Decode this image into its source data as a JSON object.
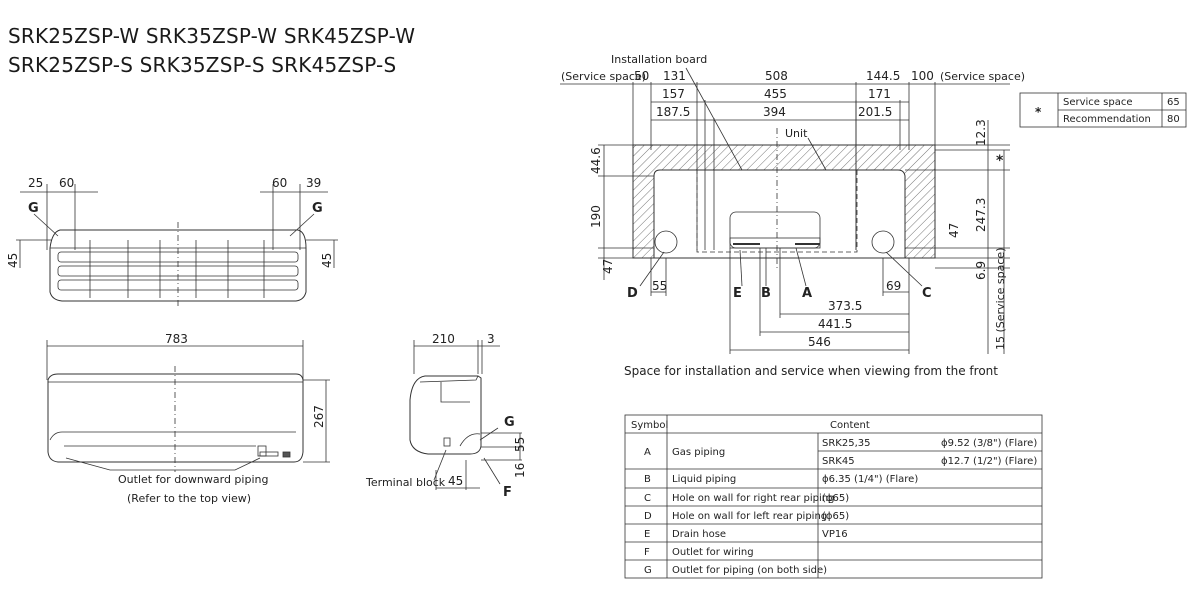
{
  "models": {
    "line1": "SRK25ZSP-W  SRK35ZSP-W  SRK45ZSP-W",
    "line2": "SRK25ZSP-S  SRK35ZSP-S  SRK45ZSP-S"
  },
  "top_view": {
    "dims": [
      "25",
      "60",
      "60",
      "39",
      "45",
      "45"
    ],
    "labels": [
      "G",
      "G"
    ]
  },
  "front_view": {
    "width": "783",
    "height": "267",
    "outlet_label": "Outlet for downward piping",
    "outlet_note": "(Refer to the top view)"
  },
  "side_view": {
    "depth": "210",
    "gap": "3",
    "dims": [
      "55",
      "16",
      "45"
    ],
    "labels": [
      "G",
      "F"
    ],
    "terminal_label": "Terminal block"
  },
  "install_view": {
    "installation_board_label": "Installation board",
    "unit_label": "Unit",
    "service_space_left": "(Service space)",
    "service_space_right": "(Service space)",
    "service_space_bottom": "15 (Service space)",
    "row1": [
      "50",
      "131",
      "508",
      "144.5",
      "100"
    ],
    "row2": [
      "157",
      "455",
      "171"
    ],
    "row3": [
      "187.5",
      "394",
      "201.5"
    ],
    "left_dims": [
      "44.6",
      "190",
      "47"
    ],
    "right_dims": [
      "12.3",
      "247.3",
      "47",
      "6.9"
    ],
    "bottom_letters": [
      "D",
      "E",
      "B",
      "A",
      "C"
    ],
    "bottom_small": [
      "55",
      "69"
    ],
    "bottom_dims": [
      "373.5",
      "441.5",
      "546"
    ],
    "caption": "Space for installation and service when viewing from the front",
    "star": "*"
  },
  "service_table": {
    "star": "*",
    "rows": [
      {
        "label": "Service space",
        "value": "65"
      },
      {
        "label": "Recommendation",
        "value": "80"
      }
    ]
  },
  "symbol_table": {
    "headers": [
      "Symbol",
      "Content"
    ],
    "rows": [
      {
        "symbol": "A",
        "content": "Gas piping",
        "sub": [
          {
            "model": "SRK25,35",
            "spec": "ϕ9.52 (3/8\") (Flare)"
          },
          {
            "model": "SRK45",
            "spec": "ϕ12.7 (1/2\") (Flare)"
          }
        ]
      },
      {
        "symbol": "B",
        "content": "Liquid piping",
        "spec": "ϕ6.35 (1/4\") (Flare)"
      },
      {
        "symbol": "C",
        "content": "Hole on wall for right rear piping",
        "spec": "(ϕ65)"
      },
      {
        "symbol": "D",
        "content": "Hole on wall for left rear piping",
        "spec": "(ϕ65)"
      },
      {
        "symbol": "E",
        "content": "Drain hose",
        "spec": "VP16"
      },
      {
        "symbol": "F",
        "content": "Outlet for wiring",
        "spec": ""
      },
      {
        "symbol": "G",
        "content": "Outlet for piping (on both side)",
        "spec": ""
      }
    ]
  }
}
